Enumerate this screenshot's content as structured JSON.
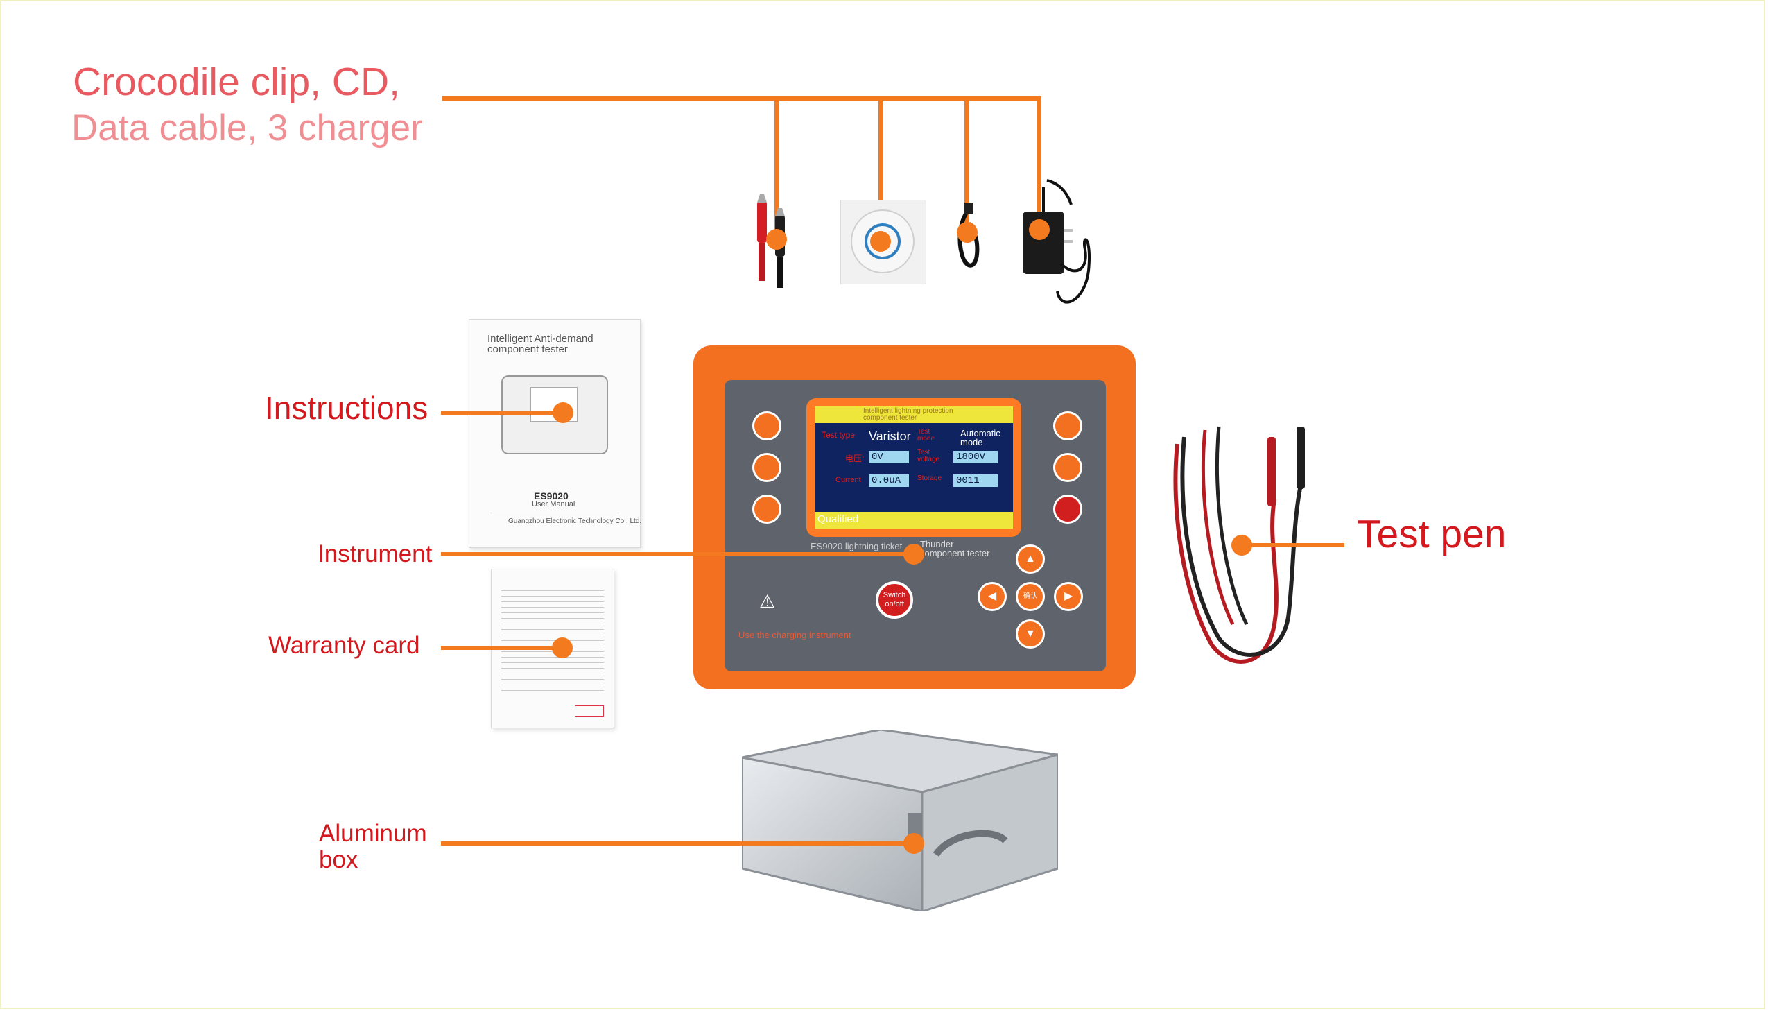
{
  "labels": {
    "accessories_line1": "Crocodile clip, CD,",
    "accessories_line2": "Data cable, 3 charger",
    "instructions": "Instructions",
    "instrument": "Instrument",
    "warranty_card": "Warranty card",
    "aluminum_box": "Aluminum box",
    "test_pen": "Test pen"
  },
  "manual": {
    "title": "Intelligent Anti-demand component tester",
    "model": "ES9020",
    "subtitle": "User Manual",
    "company": "Guangzhou Electronic Technology Co., Ltd."
  },
  "device": {
    "screen_title": "Intelligent lightning protection component tester",
    "test_type_label": "Test type",
    "test_type_value": "Varistor",
    "test_mode_label": "Test mode",
    "test_mode_value": "Automatic mode",
    "voltage_label": "电压:",
    "voltage_value": "0V",
    "test_voltage_label": "Test voltage",
    "test_voltage_value": "1800V",
    "current_label": "Current",
    "current_value": "0.0uA",
    "storage_label": "Storage",
    "storage_value": "0011",
    "qualified_label": "Qualified",
    "model_line": "ES9020 lightning ticket",
    "panel_caption": "Thunder component tester",
    "power_button": "Switch on/off",
    "ok_button": "确认",
    "bottom_text": "Use the charging instrument"
  },
  "colors": {
    "accent": "#f37a1f",
    "label_red": "#d3181e",
    "device_orange": "#f37021",
    "panel_gray": "#5e636c"
  }
}
